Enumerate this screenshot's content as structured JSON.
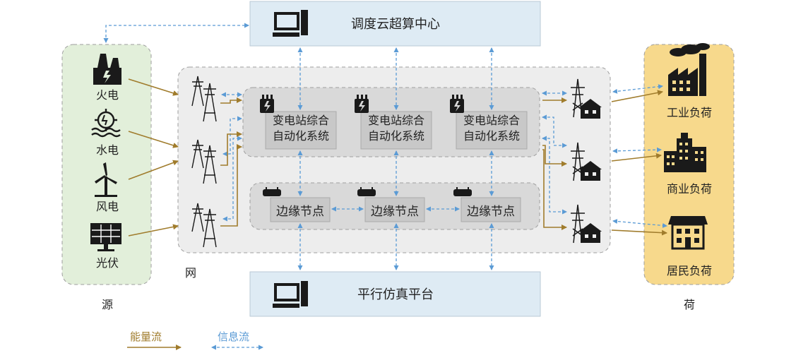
{
  "top_box": {
    "label": "调度云超算中心"
  },
  "bottom_box": {
    "label": "平行仿真平台"
  },
  "source": {
    "title": "源",
    "items": [
      {
        "label": "火电",
        "icon": "thermal-power-plant-icon"
      },
      {
        "label": "水电",
        "icon": "hydro-power-icon"
      },
      {
        "label": "风电",
        "icon": "wind-turbine-icon"
      },
      {
        "label": "光伏",
        "icon": "solar-panel-icon"
      }
    ]
  },
  "grid": {
    "title": "网",
    "substations": [
      {
        "line1": "变电站综合",
        "line2": "自动化系统"
      },
      {
        "line1": "变电站综合",
        "line2": "自动化系统"
      },
      {
        "line1": "变电站综合",
        "line2": "自动化系统"
      }
    ],
    "edge_nodes": [
      {
        "label": "边缘节点"
      },
      {
        "label": "边缘节点"
      },
      {
        "label": "边缘节点"
      }
    ]
  },
  "load": {
    "title": "荷",
    "items": [
      {
        "label": "工业负荷",
        "icon": "factory-icon"
      },
      {
        "label": "商业负荷",
        "icon": "office-buildings-icon"
      },
      {
        "label": "居民负荷",
        "icon": "residential-house-icon"
      }
    ]
  },
  "legend": {
    "energy_flow": "能量流",
    "info_flow": "信息流"
  },
  "colors": {
    "energy": "#a07c2c",
    "info": "#5b9bd5",
    "source_bg": "#e2efda",
    "load_bg": "#f7d98c",
    "box_bg": "#deebf4",
    "grid_bg": "#ededed",
    "inner_bg": "#d9d9d9",
    "node_bg": "#c8c8c8"
  }
}
